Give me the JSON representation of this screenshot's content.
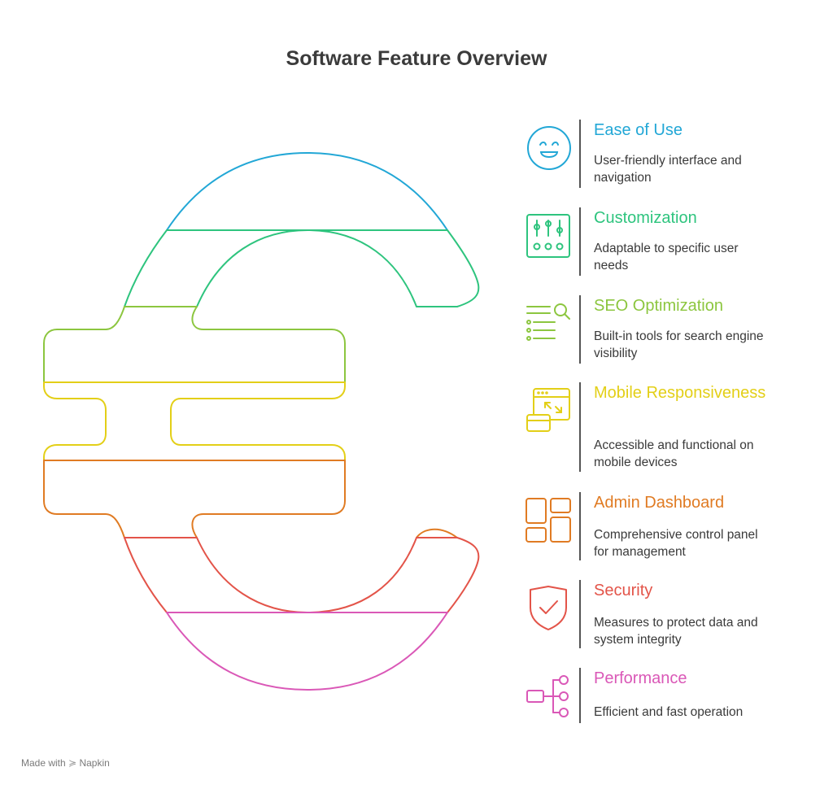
{
  "title": "Software Feature Overview",
  "colors": {
    "ease": "#22a7d6",
    "custom": "#2ec47e",
    "seo": "#8cc63f",
    "mobile": "#e3cf17",
    "admin": "#e07b23",
    "security": "#e35449",
    "performance": "#da58b7"
  },
  "features": [
    {
      "title": "Ease of Use",
      "description": "User-friendly interface and navigation",
      "icon": "smiley-face-icon"
    },
    {
      "title": "Customization",
      "description": "Adaptable to specific user needs",
      "icon": "sliders-icon"
    },
    {
      "title": "SEO Optimization",
      "description": "Built-in tools for search engine visibility",
      "icon": "search-list-icon"
    },
    {
      "title": "Mobile Responsiveness",
      "description": "Accessible and functional on mobile devices",
      "icon": "responsive-windows-icon"
    },
    {
      "title": "Admin Dashboard",
      "description": "Comprehensive control panel for management",
      "icon": "dashboard-grid-icon"
    },
    {
      "title": "Security",
      "description": "Measures to protect data and system integrity",
      "icon": "shield-check-icon"
    },
    {
      "title": "Performance",
      "description": "Efficient and fast operation",
      "icon": "hierarchy-icon"
    }
  ],
  "footer": {
    "made_with": "Made with",
    "brand": "Napkin"
  }
}
